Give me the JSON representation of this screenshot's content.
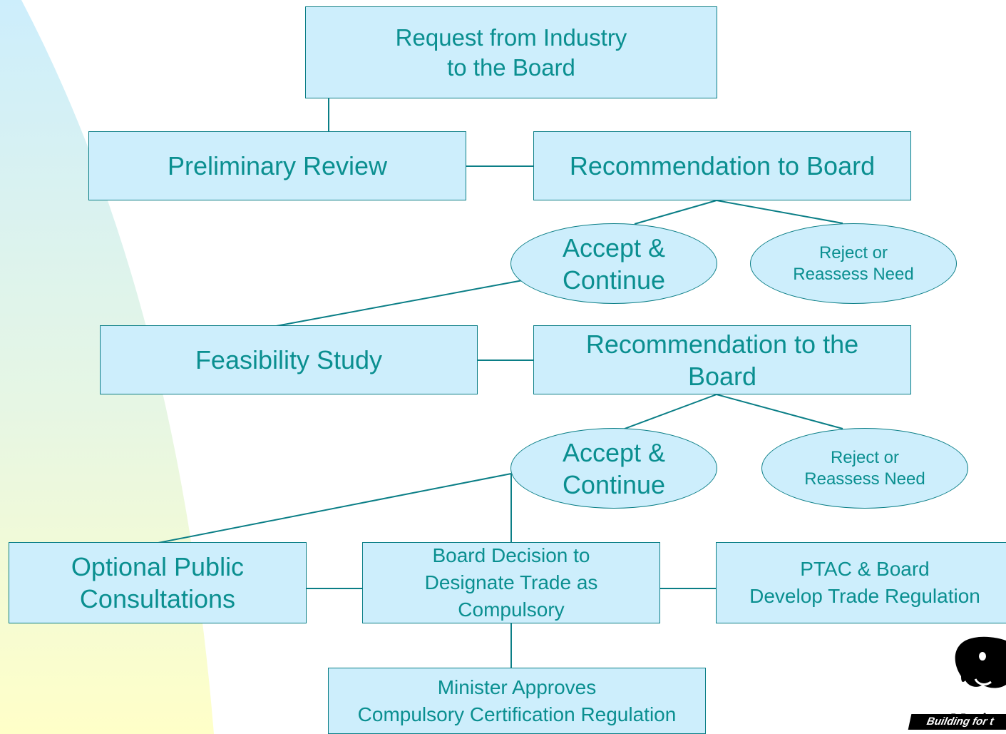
{
  "colors": {
    "box_fill": "#cdeefc",
    "box_border": "#0a7e86",
    "text": "#0a8f90",
    "background_arc_top": "#cdeefc",
    "background_arc_bottom": "#ffffc8"
  },
  "nodes": {
    "request": "Request from Industry\nto the Board",
    "preliminary_review": "Preliminary Review",
    "recommendation_1": "Recommendation to Board",
    "accept_1": "Accept &\nContinue",
    "reject_1": "Reject or\nReassess Need",
    "feasibility_study": "Feasibility Study",
    "recommendation_2": "Recommendation to the\nBoard",
    "accept_2": "Accept &\nContinue",
    "reject_2": "Reject or\nReassess Need",
    "public_consultations": "Optional Public\nConsultations",
    "board_decision": "Board Decision to\nDesignate Trade as\nCompulsory",
    "ptac_board": "PTAC & Board\nDevelop Trade Regulation",
    "minister_approves": "Minister Approves\nCompulsory Certification Regulation"
  },
  "logo": {
    "icon": "bison-icon",
    "wordmark": "Manit",
    "tagline": "Building for t"
  }
}
